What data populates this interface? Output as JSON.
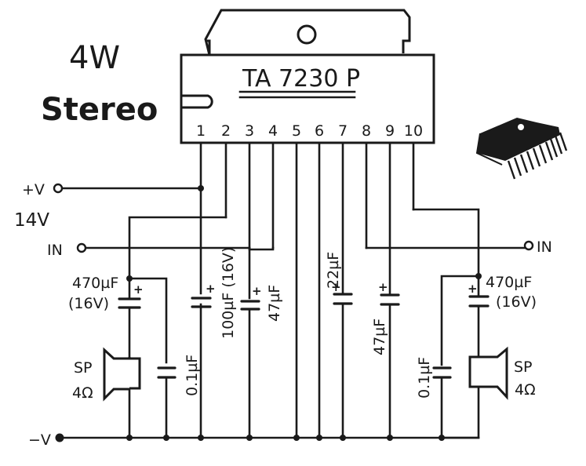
{
  "title": {
    "power": "4W",
    "mode": "Stereo"
  },
  "ic": {
    "part_number": "TA 7230 P",
    "pins": [
      "1",
      "2",
      "3",
      "4",
      "5",
      "6",
      "7",
      "8",
      "9",
      "10"
    ]
  },
  "supply": {
    "positive_label": "+V",
    "voltage_label": "14V",
    "negative_label": "−V"
  },
  "inputs": {
    "left_label": "IN",
    "right_label": "IN"
  },
  "components": {
    "c_out_left": {
      "value": "470µF",
      "rating": "(16V)"
    },
    "c_out_right": {
      "value": "470µF",
      "rating": "(16V)"
    },
    "c_bypass_left": {
      "value": "0.1µF"
    },
    "c_bypass_right": {
      "value": "0.1µF"
    },
    "c_supply": {
      "value": "100µF (16V)"
    },
    "c_pin4": {
      "value": "47µF"
    },
    "c_pin7": {
      "value": "22µF"
    },
    "c_pin9": {
      "value": "47µF"
    },
    "speaker_left": {
      "label": "SP",
      "impedance": "4Ω"
    },
    "speaker_right": {
      "label": "SP",
      "impedance": "4Ω"
    },
    "polarity": "+"
  }
}
